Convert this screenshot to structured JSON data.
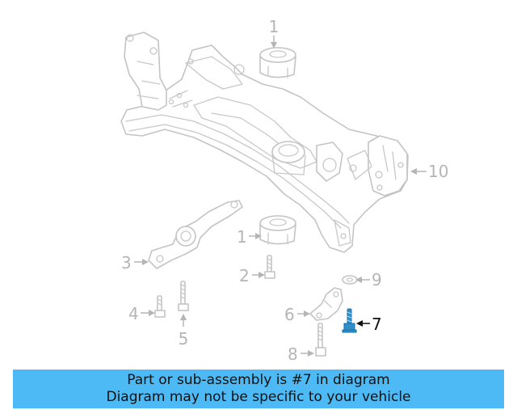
{
  "callouts": {
    "c1_top": "1",
    "c10": "10",
    "c1_mid": "1",
    "c3": "3",
    "c2": "2",
    "c9": "9",
    "c4": "4",
    "c5": "5",
    "c6": "6",
    "c7": "7",
    "c8": "8"
  },
  "highlighted_part": "7",
  "colors": {
    "banner_bg": "#4dbaf5",
    "highlight_part": "#2e8fc9",
    "inactive_label": "#b5b5b5"
  },
  "banner": {
    "line1": "Part or sub-assembly is #7 in diagram",
    "line2": "Diagram may not be specific to your vehicle"
  }
}
